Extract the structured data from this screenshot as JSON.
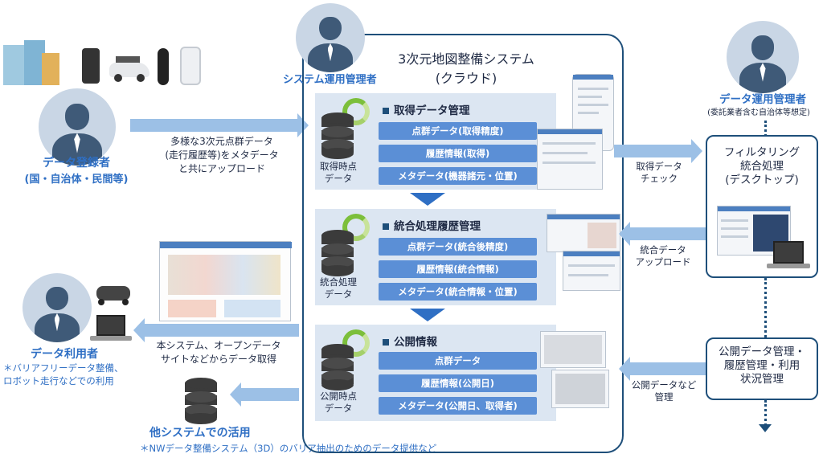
{
  "cloud": {
    "title_line1": "3次元地図整備システム",
    "title_line2": "(クラウド)",
    "operator_label": "システム運用管理者"
  },
  "registrant": {
    "name": "データ登録者",
    "sub": "(国・自治体・民間等)"
  },
  "upload_note": {
    "line1": "多様な3次元点群データ",
    "line2": "(走行履歴等)をメタデータ",
    "line3": "と共にアップロード"
  },
  "panels": [
    {
      "title": "取得データ管理",
      "db_label_1": "取得時点",
      "db_label_2": "データ",
      "items": [
        "点群データ(取得精度)",
        "履歴情報(取得)",
        "メタデータ(機器諸元・位置)"
      ]
    },
    {
      "title": "統合処理履歴管理",
      "db_label_1": "統合処理",
      "db_label_2": "データ",
      "items": [
        "点群データ(統合後精度)",
        "履歴情報(統合情報)",
        "メタデータ(統合情報・位置)"
      ]
    },
    {
      "title": "公開情報",
      "db_label_1": "公開時点",
      "db_label_2": "データ",
      "items": [
        "点群データ",
        "履歴情報(公開日)",
        "メタデータ(公開日、取得者)"
      ]
    }
  ],
  "data_operator": {
    "name": "データ運用管理者",
    "sub": "(委託業者含む自治体等想定)"
  },
  "filter_box": {
    "line1": "フィルタリング",
    "line2": "統合処理",
    "line3": "(デスクトップ)"
  },
  "check_label": {
    "line1": "取得データ",
    "line2": "チェック"
  },
  "integ_upload_label": {
    "line1": "統合データ",
    "line2": "アップロード"
  },
  "public_box": {
    "line1": "公開データ管理・",
    "line2": "履歴管理・利用",
    "line3": "状況管理"
  },
  "public_mgmt_label": {
    "line1": "公開データなど",
    "line2": "管理"
  },
  "user": {
    "name": "データ利用者",
    "note1": "＊バリアフリーデータ整備、",
    "note2": "ロボット走行などでの利用"
  },
  "acquire_note": {
    "line1": "本システム、オープンデータ",
    "line2": "サイトなどからデータ取得"
  },
  "other_system": {
    "title": "他システムでの活用",
    "note": "＊NWデータ整備システム（3D）のバリア抽出のためのデータ提供など"
  },
  "colors": {
    "accent_blue": "#2f6fc4",
    "pill_blue": "#5b8fd6",
    "arrow_blue": "#9cc0e6",
    "frame_navy": "#1e4f7a",
    "panel_bg": "#dce6f2",
    "ring_green": "#7cbf3b"
  }
}
